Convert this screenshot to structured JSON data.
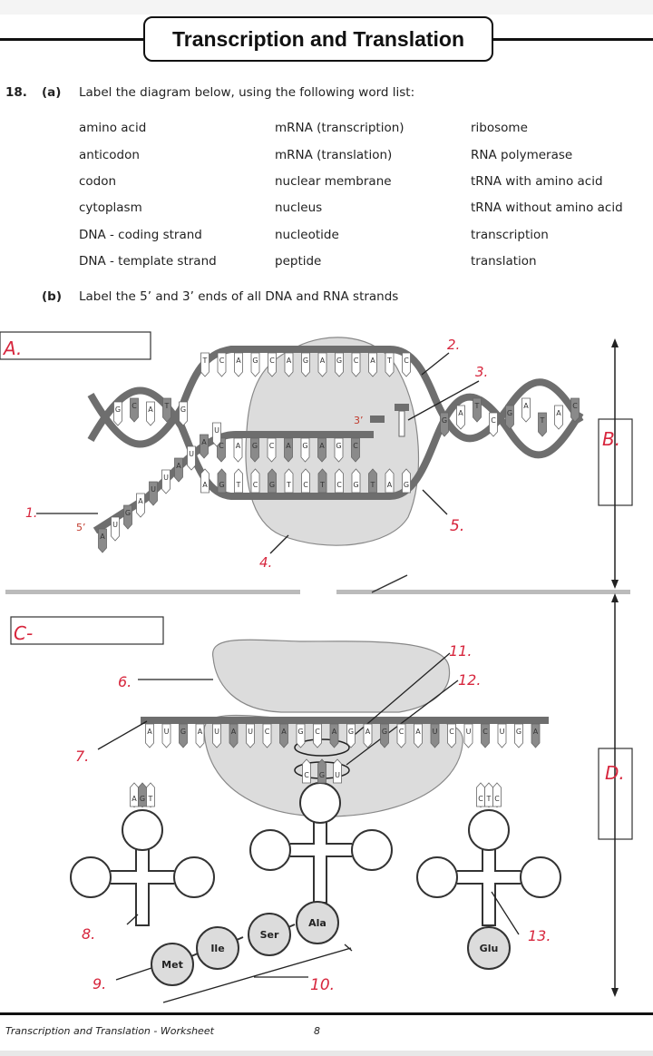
{
  "header": {
    "title": "Transcription and Translation"
  },
  "question": {
    "number": "18.",
    "part_a_label": "(a)",
    "part_a_text": "Label the diagram below, using the following word list:",
    "part_b_label": "(b)",
    "part_b_text": "Label the 5’ and 3’ ends of all DNA and RNA strands"
  },
  "word_list": {
    "col1": [
      "amino acid",
      "anticodon",
      "codon",
      "cytoplasm",
      "DNA - coding strand",
      "DNA - template strand"
    ],
    "col2": [
      "mRNA (transcription)",
      "mRNA (translation)",
      "nuclear membrane",
      "nucleus",
      "nucleotide",
      "peptide"
    ],
    "col3": [
      "ribosome",
      "RNA polymerase",
      "tRNA with amino acid",
      "tRNA without amino acid",
      "transcription",
      "translation"
    ]
  },
  "handwritten": {
    "A": "A.",
    "B": "B.",
    "C": "C-",
    "D": "D.",
    "n1": "1.",
    "n2": "2.",
    "n3": "3.",
    "n4": "4.",
    "n5": "5.",
    "n6": "6.",
    "n7": "7.",
    "n8": "8.",
    "n9": "9.",
    "n10": "10.",
    "n11": "11.",
    "n12": "12.",
    "n13": "13."
  },
  "strand_ends": {
    "five_prime_1": "5’",
    "three_prime_1": "3’"
  },
  "transcription": {
    "top_bases": [
      "T",
      "C",
      "A",
      "G",
      "C",
      "A",
      "G",
      "A",
      "G",
      "C",
      "A",
      "T",
      "C"
    ],
    "bottom_bases": [
      "A",
      "G",
      "T",
      "C",
      "G",
      "T",
      "C",
      "T",
      "C",
      "G",
      "T",
      "A",
      "G"
    ],
    "rna_bases": [
      "C",
      "A",
      "G",
      "C",
      "A",
      "G",
      "A",
      "G",
      "C"
    ],
    "rna_tail": [
      "A",
      "U",
      "G",
      "A",
      "U",
      "U",
      "A",
      "U",
      "A",
      "U"
    ],
    "left_helix_bases": [
      "G",
      "C",
      "A",
      "T",
      "G"
    ],
    "right_helix_bases": [
      "G",
      "A",
      "T",
      "C",
      "G",
      "A",
      "T",
      "A",
      "C"
    ]
  },
  "translation": {
    "mrna_bases": [
      "A",
      "U",
      "G",
      "A",
      "U",
      "A",
      "U",
      "C",
      "A",
      "G",
      "C",
      "A",
      "G",
      "A",
      "G",
      "C",
      "A",
      "U",
      "C",
      "U",
      "C",
      "U",
      "G",
      "A"
    ],
    "codon_in_ribosome": [
      "G",
      "C",
      "A"
    ],
    "anticodon_in_ribosome": [
      "C",
      "G",
      "U"
    ],
    "left_trna_anticodon": [
      "A",
      "G",
      "T"
    ],
    "right_trna_anticodon": [
      "C",
      "T",
      "C"
    ],
    "peptide": [
      "Met",
      "Ile",
      "Ser",
      "Ala"
    ],
    "trna_amino_acid": "Glu"
  },
  "footer": {
    "text": "Transcription and Translation - Worksheet",
    "page": "8"
  }
}
